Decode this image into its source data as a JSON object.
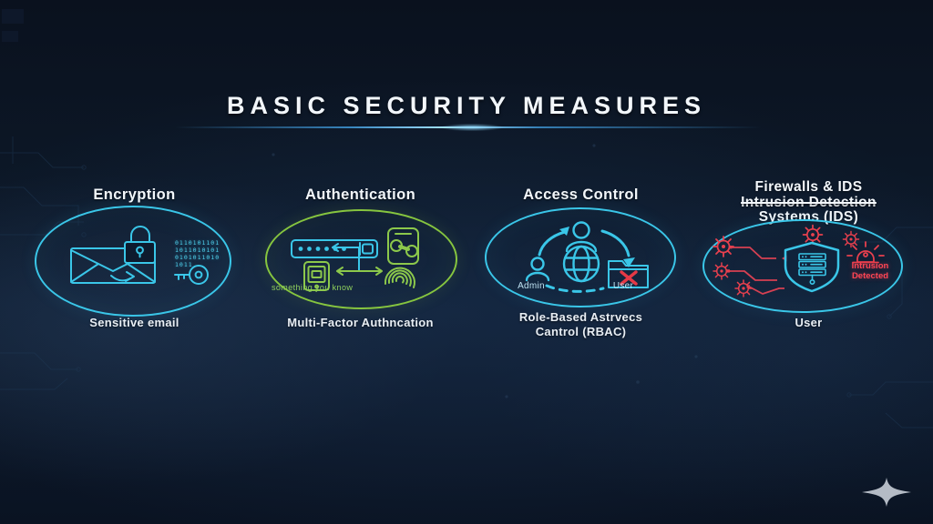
{
  "colors": {
    "background": "#0c1726",
    "accent_cyan": "#3ac6e8",
    "accent_green": "#86c53f",
    "accent_red": "#e8404e",
    "alert_red": "#ff4554",
    "title_text": "#f2f6fa"
  },
  "title": {
    "text": "BASIC SECURITY MEASURES"
  },
  "sections": {
    "encryption": {
      "heading": "Encryption",
      "caption": "Sensitive email",
      "binary_lines": [
        "0110101101",
        "1011010101",
        "0101011010",
        "1011"
      ],
      "icons": [
        "envelope-icon",
        "padlock-icon",
        "key-icon",
        "redo-arrow-icon",
        "binary-code"
      ]
    },
    "authentication": {
      "heading": "Authentication",
      "caption": "Multi-Factor Authncation",
      "factor_label": "something you know",
      "icons": [
        "password-field-icon",
        "phone-key-icon",
        "phone-icon",
        "fingerprint-icon",
        "flow-arrows-icon"
      ]
    },
    "access_control": {
      "heading": "Access Control",
      "caption_line1": "Role-Based Astrvecs",
      "caption_line2": "Cantrol (RBAC)",
      "labels": {
        "admin": "Admin",
        "user": "User"
      },
      "icons": [
        "user-icon",
        "admin-user-icon",
        "globe-icon",
        "folder-denied-icon",
        "x-icon",
        "rotation-arrows-icon"
      ]
    },
    "firewalls_ids": {
      "heading_line1": "Firewalls & IDS",
      "heading_line2": "Intrusion Detection",
      "heading_line3": "Systems (IDS)",
      "caption": "User",
      "alert_line1": "Intrusion",
      "alert_line2": "Detected",
      "icons": [
        "virus-icon",
        "attack-path-lines",
        "shield-icon",
        "server-icon",
        "alarm-icon"
      ]
    }
  },
  "footer": {
    "logo_icon": "sparkle-icon"
  }
}
